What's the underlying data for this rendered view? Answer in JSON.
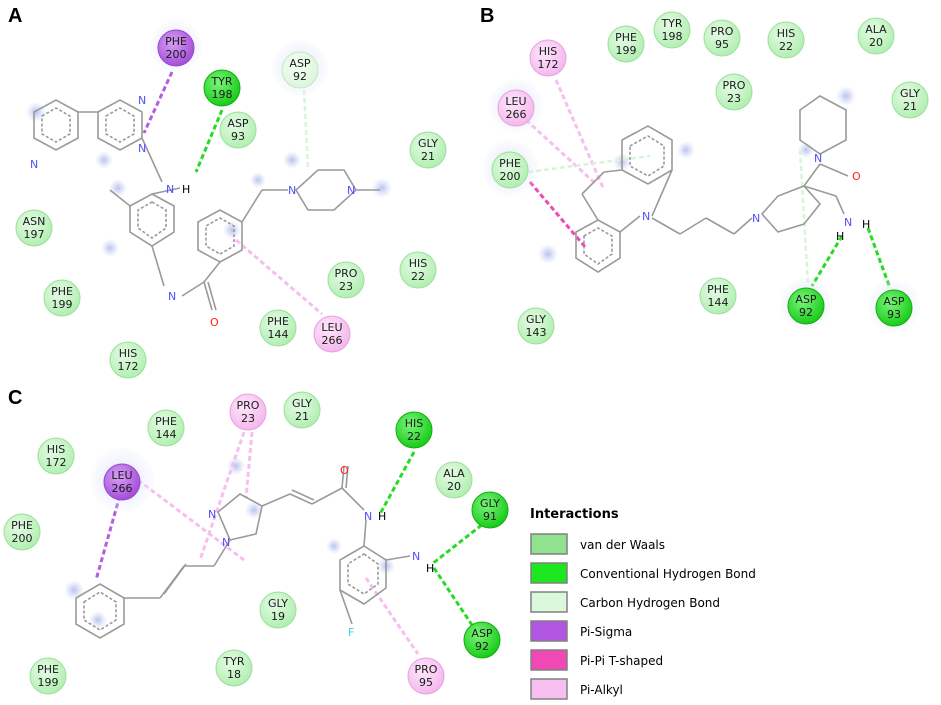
{
  "panels": {
    "A": {
      "label": "A",
      "residues": [
        {
          "id": "phe200",
          "name": "PHE",
          "num": "200",
          "type": "pi-sigma",
          "big": true
        },
        {
          "id": "tyr198",
          "name": "TYR",
          "num": "198",
          "type": "hbond"
        },
        {
          "id": "asp92",
          "name": "ASP",
          "num": "92",
          "type": "chbond",
          "big": true
        },
        {
          "id": "asp93",
          "name": "ASP",
          "num": "93",
          "type": "vdw"
        },
        {
          "id": "gly21",
          "name": "GLY",
          "num": "21",
          "type": "vdw"
        },
        {
          "id": "asn197",
          "name": "ASN",
          "num": "197",
          "type": "vdw"
        },
        {
          "id": "phe199",
          "name": "PHE",
          "num": "199",
          "type": "vdw"
        },
        {
          "id": "pro23",
          "name": "PRO",
          "num": "23",
          "type": "vdw"
        },
        {
          "id": "his22",
          "name": "HIS",
          "num": "22",
          "type": "vdw"
        },
        {
          "id": "phe144",
          "name": "PHE",
          "num": "144",
          "type": "vdw"
        },
        {
          "id": "leu266",
          "name": "LEU",
          "num": "266",
          "type": "pi-alkyl"
        },
        {
          "id": "his172",
          "name": "HIS",
          "num": "172",
          "type": "vdw"
        }
      ],
      "atoms": [
        "N",
        "N",
        "N",
        "N",
        "H",
        "N",
        "N",
        "N",
        "O"
      ]
    },
    "B": {
      "label": "B",
      "residues": [
        {
          "id": "his172",
          "name": "HIS",
          "num": "172",
          "type": "pi-alkyl"
        },
        {
          "id": "phe199",
          "name": "PHE",
          "num": "199",
          "type": "vdw"
        },
        {
          "id": "tyr198",
          "name": "TYR",
          "num": "198",
          "type": "vdw"
        },
        {
          "id": "pro95",
          "name": "PRO",
          "num": "95",
          "type": "vdw"
        },
        {
          "id": "his22",
          "name": "HIS",
          "num": "22",
          "type": "vdw"
        },
        {
          "id": "ala20",
          "name": "ALA",
          "num": "20",
          "type": "vdw"
        },
        {
          "id": "leu266",
          "name": "LEU",
          "num": "266",
          "type": "pi-alkyl",
          "big": true
        },
        {
          "id": "pro23",
          "name": "PRO",
          "num": "23",
          "type": "vdw"
        },
        {
          "id": "gly21",
          "name": "GLY",
          "num": "21",
          "type": "vdw"
        },
        {
          "id": "phe200",
          "name": "PHE",
          "num": "200",
          "type": "vdw",
          "big": true
        },
        {
          "id": "phe144",
          "name": "PHE",
          "num": "144",
          "type": "vdw"
        },
        {
          "id": "asp92",
          "name": "ASP",
          "num": "92",
          "type": "hbond"
        },
        {
          "id": "asp93",
          "name": "ASP",
          "num": "93",
          "type": "hbond"
        },
        {
          "id": "gly143",
          "name": "GLY",
          "num": "143",
          "type": "vdw"
        }
      ],
      "atoms": [
        "N",
        "N",
        "N",
        "O",
        "N",
        "H",
        "H"
      ]
    },
    "C": {
      "label": "C",
      "residues": [
        {
          "id": "phe144",
          "name": "PHE",
          "num": "144",
          "type": "vdw"
        },
        {
          "id": "pro23",
          "name": "PRO",
          "num": "23",
          "type": "pi-alkyl"
        },
        {
          "id": "gly21",
          "name": "GLY",
          "num": "21",
          "type": "vdw"
        },
        {
          "id": "his22",
          "name": "HIS",
          "num": "22",
          "type": "hbond"
        },
        {
          "id": "his172",
          "name": "HIS",
          "num": "172",
          "type": "vdw"
        },
        {
          "id": "leu266",
          "name": "LEU",
          "num": "266",
          "type": "pi-sigma",
          "big": true
        },
        {
          "id": "ala20",
          "name": "ALA",
          "num": "20",
          "type": "vdw"
        },
        {
          "id": "gly91",
          "name": "GLY",
          "num": "91",
          "type": "hbond"
        },
        {
          "id": "phe200",
          "name": "PHE",
          "num": "200",
          "type": "vdw"
        },
        {
          "id": "gly19",
          "name": "GLY",
          "num": "19",
          "type": "vdw"
        },
        {
          "id": "asp92",
          "name": "ASP",
          "num": "92",
          "type": "hbond"
        },
        {
          "id": "phe199",
          "name": "PHE",
          "num": "199",
          "type": "vdw"
        },
        {
          "id": "tyr18",
          "name": "TYR",
          "num": "18",
          "type": "vdw"
        },
        {
          "id": "pro95",
          "name": "PRO",
          "num": "95",
          "type": "pi-alkyl"
        }
      ],
      "atoms": [
        "O",
        "N",
        "H",
        "N",
        "H",
        "N",
        "N",
        "F"
      ]
    }
  },
  "legend": {
    "title": "Interactions",
    "items": [
      {
        "type": "vdw",
        "label": "van der Waals",
        "color": "#8fe38f"
      },
      {
        "type": "hbond",
        "label": "Conventional Hydrogen Bond",
        "color": "#1ee61e"
      },
      {
        "type": "chbond",
        "label": "Carbon Hydrogen Bond",
        "color": "#dcf8dc"
      },
      {
        "type": "pi-sigma",
        "label": "Pi-Sigma",
        "color": "#b056e0"
      },
      {
        "type": "pipi-t",
        "label": "Pi-Pi T-shaped",
        "color": "#f048b4"
      },
      {
        "type": "pi-alkyl",
        "label": "Pi-Alkyl",
        "color": "#f7bff0"
      }
    ]
  },
  "colors": {
    "vdw": "#bdf3bd",
    "vdw_stroke": "#9ce09c",
    "hbond": "#22dd22",
    "chbond": "#e3f8e3",
    "pi-sigma": "#b35ee0",
    "pipi-t": "#f048b4",
    "pi-alkyl": "#f9c7f3",
    "bond_line": "#9a9a9a",
    "atom_N": "#5050ff",
    "atom_O": "#ff2020",
    "atom_F": "#40d0e0",
    "atom_H": "#000000"
  }
}
